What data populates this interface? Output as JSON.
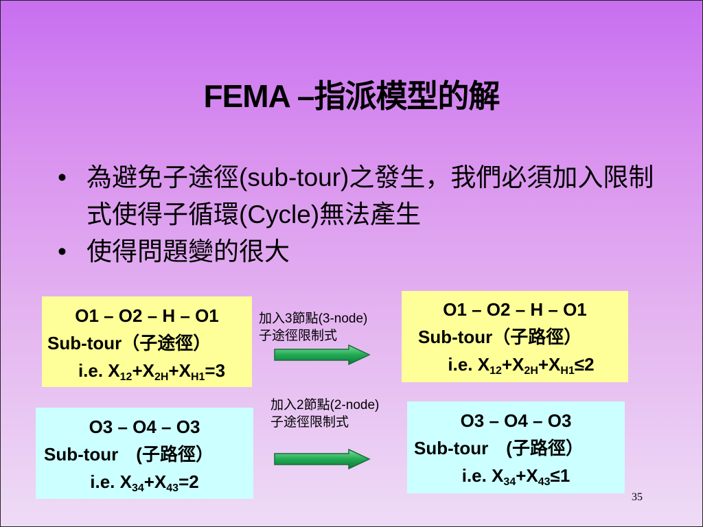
{
  "slide": {
    "title": "FEMA –指派模型的解",
    "bullets": [
      "為避免子途徑(sub-tour)之發生，我們必須加入限制式使得子循環(Cycle)無法產生",
      "使得問題變的很大"
    ],
    "bullet_symbol": "•",
    "page_number": "35"
  },
  "boxes": {
    "box1": {
      "route": "O1 – O2 – H – O1",
      "label": "Sub-tour（子途徑）",
      "eq_prefix": "i.e. X",
      "terms": [
        {
          "sub": "12",
          "op": "+X"
        },
        {
          "sub": "2H",
          "op": "+X"
        },
        {
          "sub": "H1",
          "op": "=3"
        }
      ]
    },
    "box2": {
      "route": "O1 – O2 – H – O1",
      "label": "Sub-tour（子路徑）",
      "eq_prefix": "i.e. X",
      "terms": [
        {
          "sub": "12",
          "op": "+X"
        },
        {
          "sub": "2H",
          "op": "+X"
        },
        {
          "sub": "H1",
          "op": "≤2"
        }
      ]
    },
    "box3": {
      "route": "O3 – O4 – O3",
      "label": "Sub-tour　(子路徑）",
      "eq_prefix": "i.e. X",
      "terms": [
        {
          "sub": "34",
          "op": "+X"
        },
        {
          "sub": "43",
          "op": "=2"
        }
      ]
    },
    "box4": {
      "route": "O3 – O4 – O3",
      "label": "Sub-tour　(子路徑）",
      "eq_prefix": "i.e. X",
      "terms": [
        {
          "sub": "34",
          "op": "+X"
        },
        {
          "sub": "43",
          "op": "≤1"
        }
      ]
    }
  },
  "notes": {
    "note1": {
      "line1": "加入3節點(3-node)",
      "line2": "子途徑限制式"
    },
    "note2": {
      "line1": "加入2節點(2-node)",
      "line2": "子途徑限制式"
    }
  },
  "colors": {
    "yellow_box": "#ffff99",
    "cyan_box": "#ccffff",
    "arrow_fill": "#22aa55",
    "arrow_stroke": "#1a6b3a"
  }
}
